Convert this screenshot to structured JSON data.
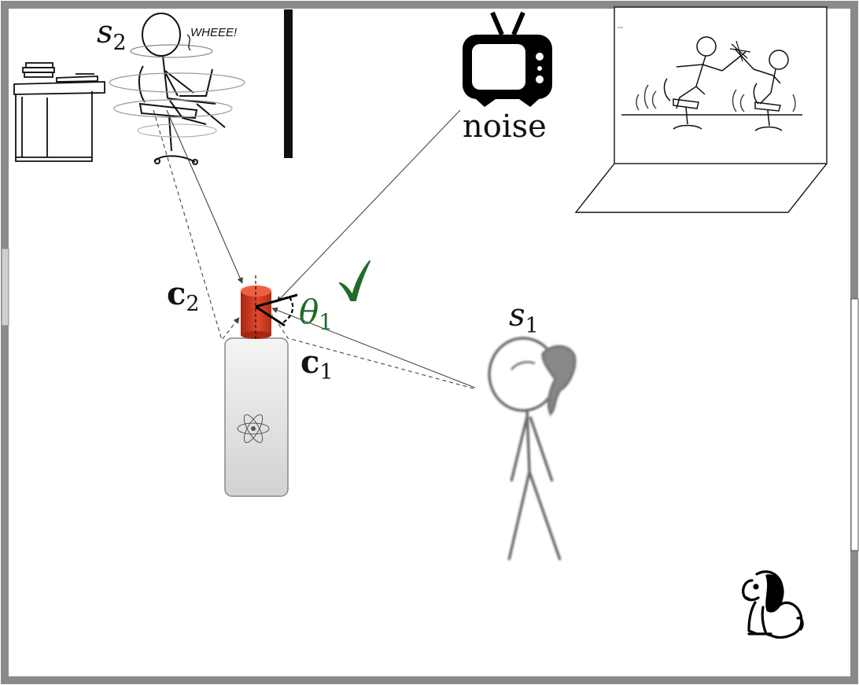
{
  "labels": {
    "s2": {
      "base": "s",
      "sub": "2"
    },
    "s1": {
      "base": "s",
      "sub": "1"
    },
    "c2": {
      "base": "c",
      "sub": "2"
    },
    "c1": {
      "base": "c",
      "sub": "1"
    },
    "theta1": {
      "base": "θ",
      "sub": "1"
    },
    "speech": "WHEEE!",
    "noise": "noise"
  },
  "colors": {
    "room_border": "#8a8a8a",
    "mic": "#d9381e",
    "theta": "#1f6b2a",
    "check": "#1f6b2a",
    "ink": "#111111",
    "device_body": "#e4e4e4"
  },
  "icons": {
    "tv": "tv-icon",
    "check": "check-mark-icon",
    "dog": "dog-icon",
    "device_logo": "atom-icon",
    "laptop": "laptop-icon",
    "microphone": "microphone-icon"
  }
}
